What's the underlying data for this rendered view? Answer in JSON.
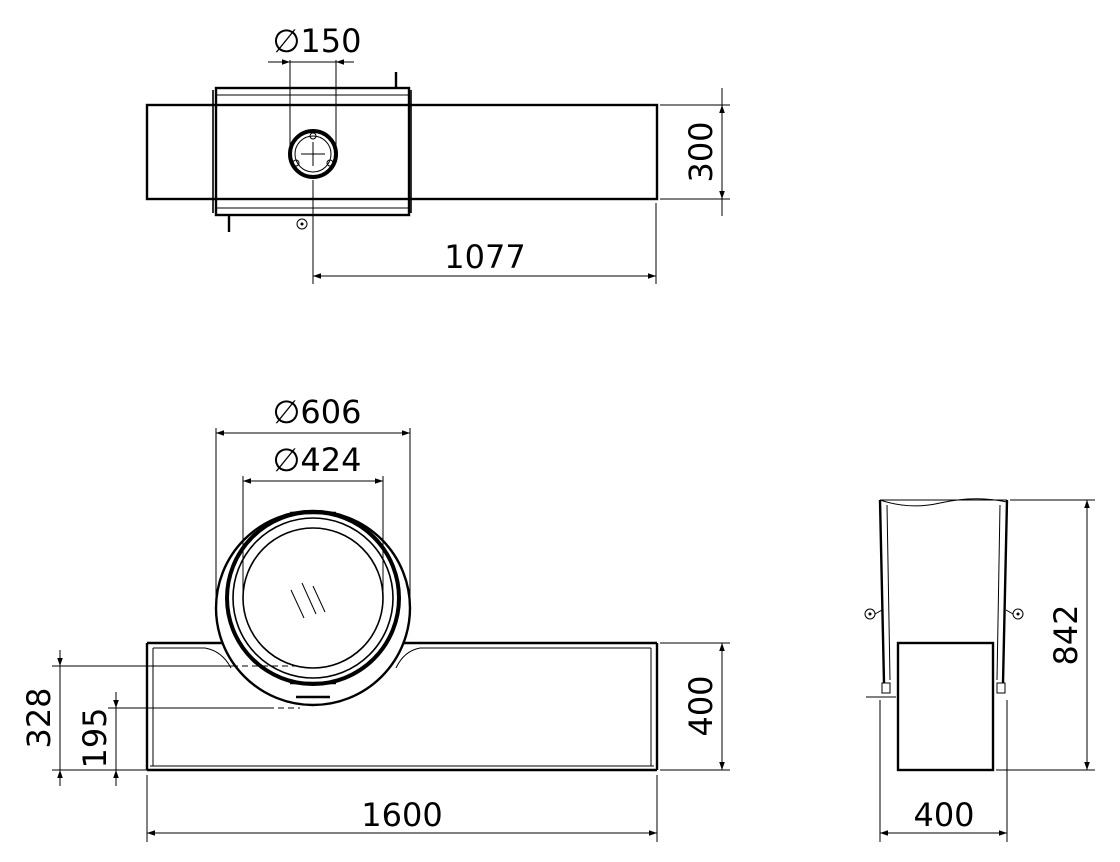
{
  "top_view": {
    "diameter": "∅150",
    "depth": "300",
    "length": "1077"
  },
  "front_view": {
    "outer_diameter": "∅606",
    "inner_diameter": "∅424",
    "height": "400",
    "width": "1600",
    "level_high": "328",
    "level_low": "195"
  },
  "side_view": {
    "height": "842",
    "width": "400"
  }
}
